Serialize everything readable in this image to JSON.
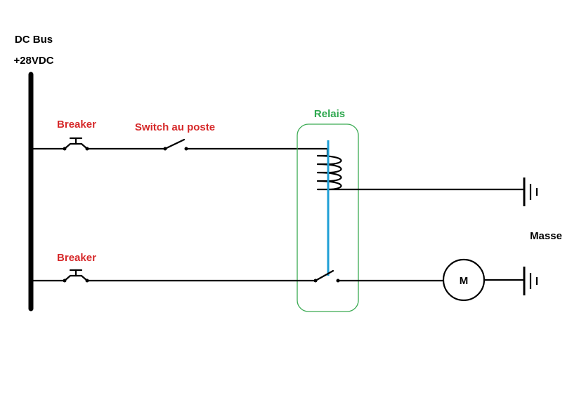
{
  "bus": {
    "name": "DC Bus",
    "voltage": "+28VDC"
  },
  "breaker_top": {
    "label": "Breaker"
  },
  "switch": {
    "label": "Switch au poste"
  },
  "relay": {
    "label": "Relais"
  },
  "breaker_bottom": {
    "label": "Breaker"
  },
  "motor": {
    "label": "M"
  },
  "ground": {
    "label": "Masse"
  },
  "colors": {
    "wire": "#000000",
    "label_red": "#d6292a",
    "relay_green": "#2fa84f",
    "relay_box": "#3aaa52",
    "relay_link": "#1f9fd6"
  }
}
